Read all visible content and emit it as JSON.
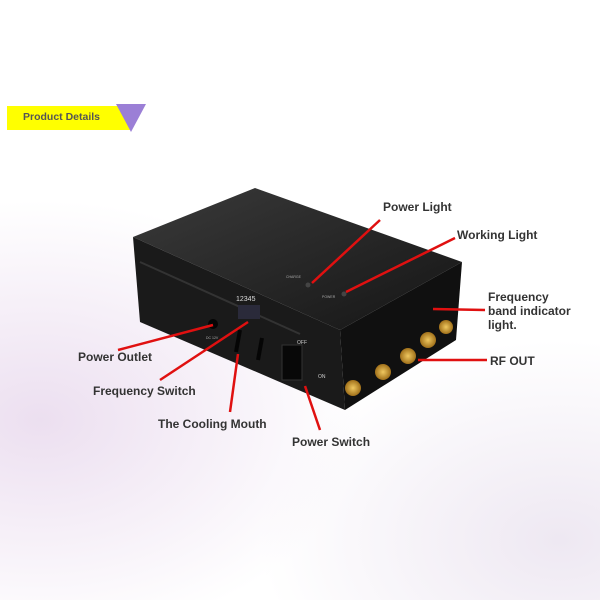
{
  "header": {
    "badge_label": "Product Details"
  },
  "labels": {
    "power_light": "Power Light",
    "working_light": "Working Light",
    "frequency_band_indicator": [
      "Frequency",
      "band indicator",
      "light."
    ],
    "rf_out": "RF OUT",
    "power_outlet": "Power Outlet",
    "frequency_switch": "Frequency Switch",
    "cooling_mouth": "The Cooling Mouth",
    "power_switch": "Power Switch"
  },
  "device": {
    "dip_numbers": "12345",
    "switch_off": "OFF",
    "switch_on": "ON",
    "led_charge": "CHARGE",
    "led_power": "POWER",
    "dc_label": "DC 12V"
  },
  "colors": {
    "badge": "#ffff00",
    "badge_triangle": "#9b7fd6",
    "arrow": "#e01010",
    "device": "#1c1c1c",
    "connector": "#c8952a"
  }
}
